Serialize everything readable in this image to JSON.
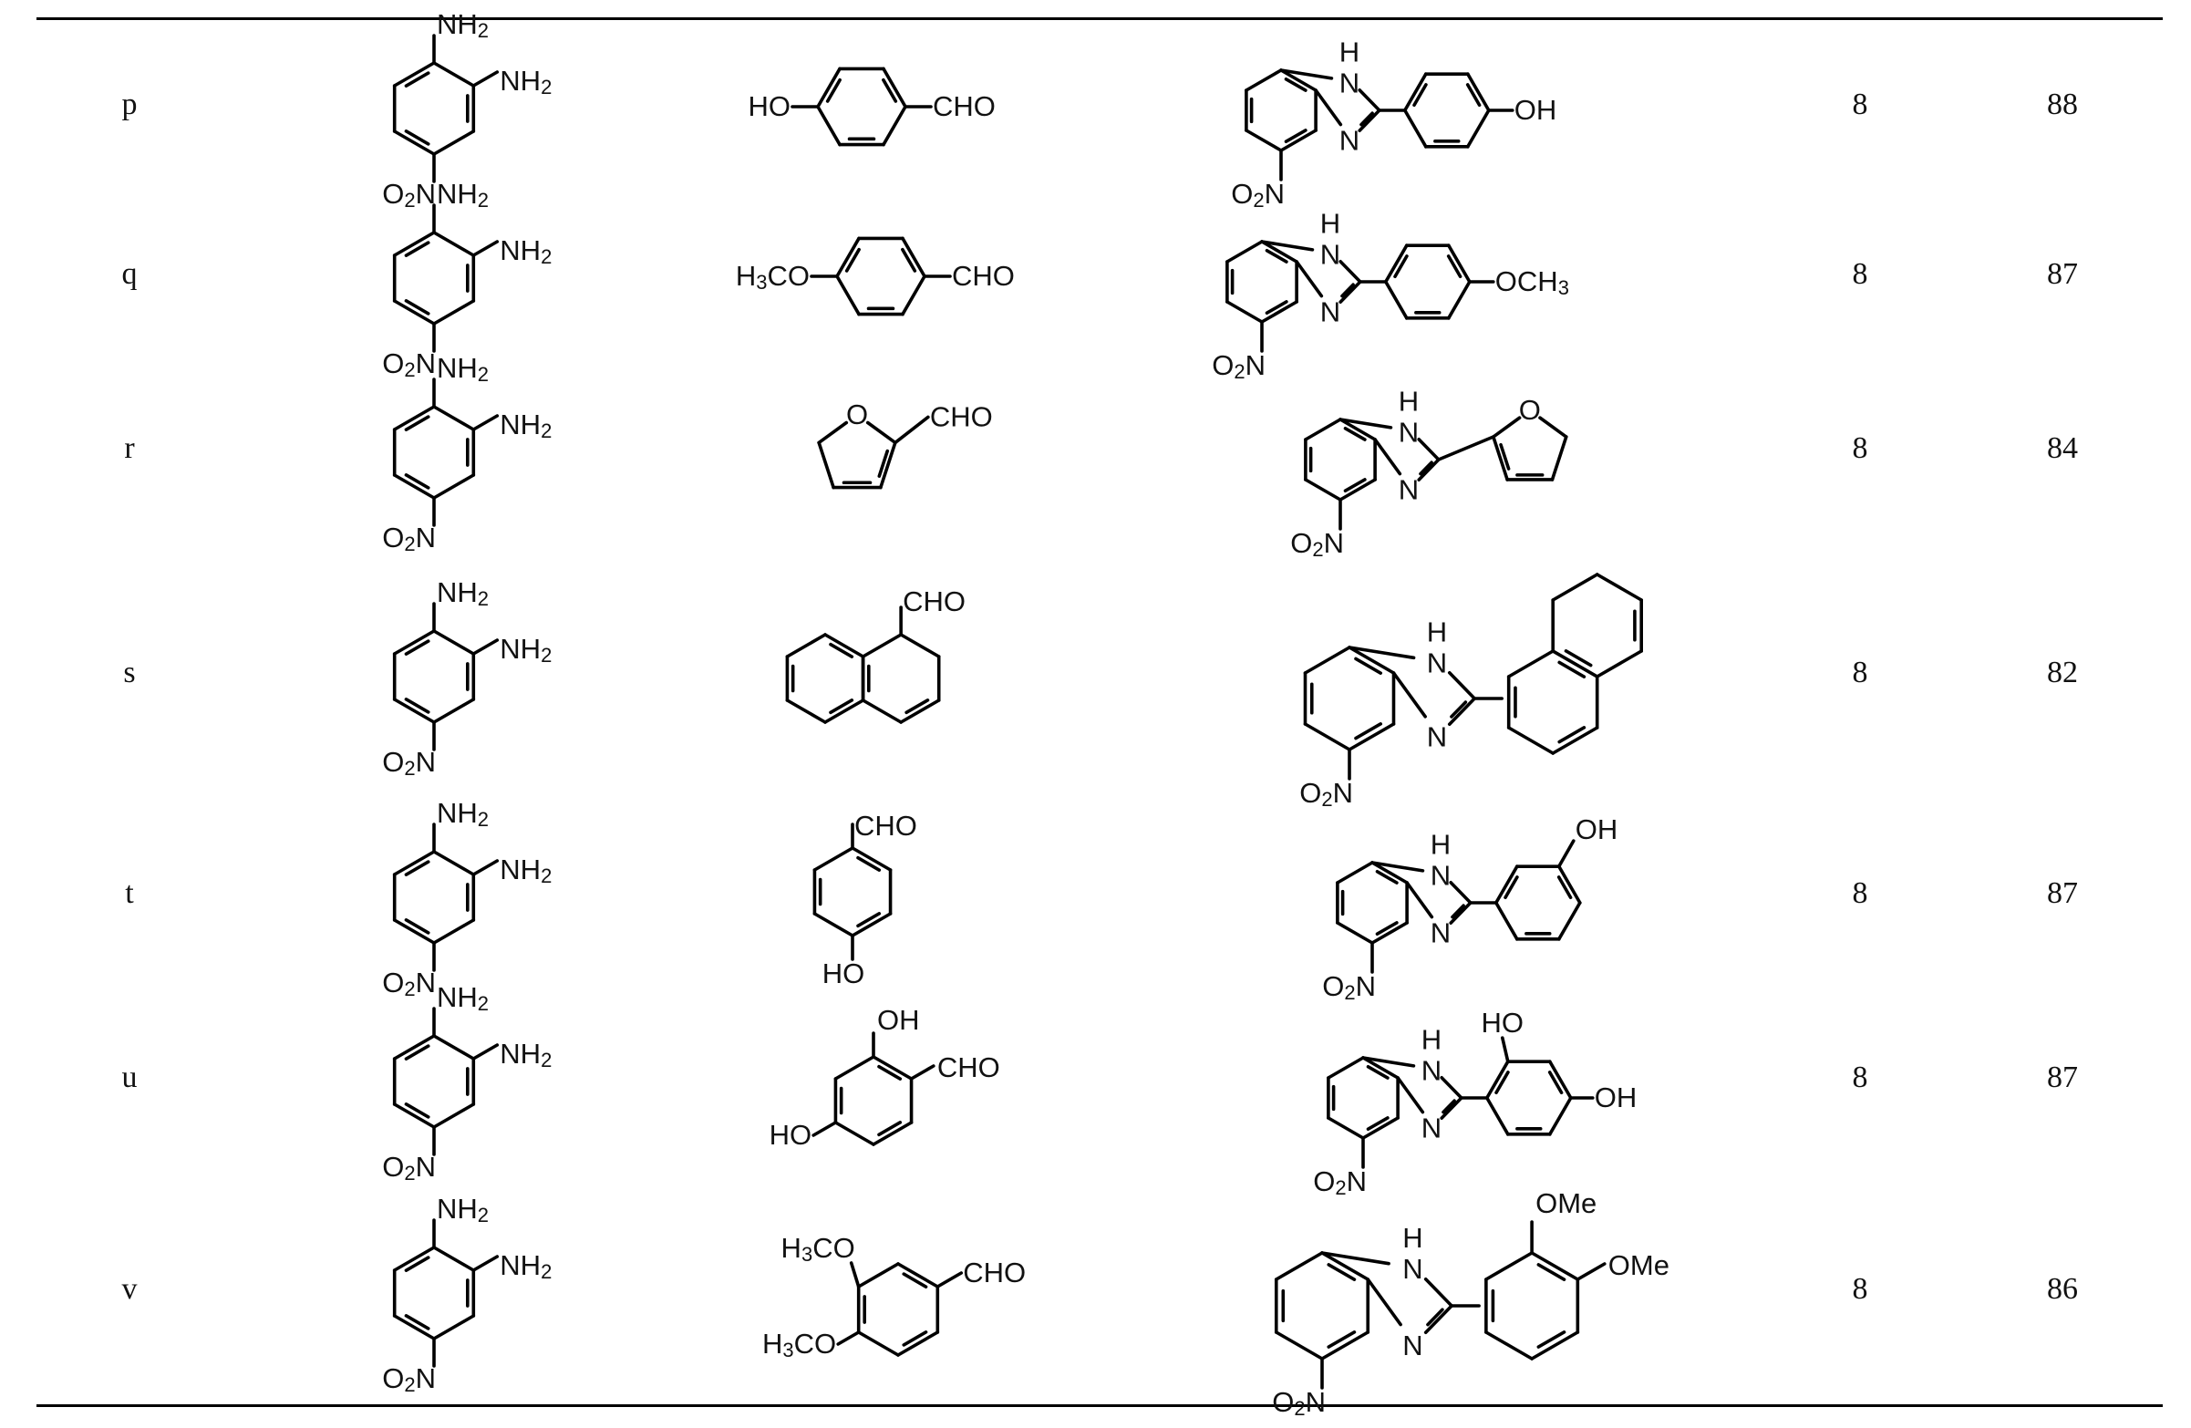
{
  "table": {
    "rows": [
      {
        "id": "p",
        "time": "8",
        "yield": "88"
      },
      {
        "id": "q",
        "time": "8",
        "yield": "87"
      },
      {
        "id": "r",
        "time": "8",
        "yield": "84"
      },
      {
        "id": "s",
        "time": "8",
        "yield": "82"
      },
      {
        "id": "t",
        "time": "8",
        "yield": "87"
      },
      {
        "id": "u",
        "time": "8",
        "yield": "87"
      },
      {
        "id": "v",
        "time": "8",
        "yield": "86"
      }
    ]
  },
  "labels": {
    "nh2": "NH2",
    "o2n": "O2N",
    "cho": "CHO",
    "oh": "OH",
    "ho": "HO",
    "h3co": "H3CO",
    "och3": "OCH3",
    "ome": "OMe",
    "o": "O",
    "n": "N",
    "h": "H"
  }
}
